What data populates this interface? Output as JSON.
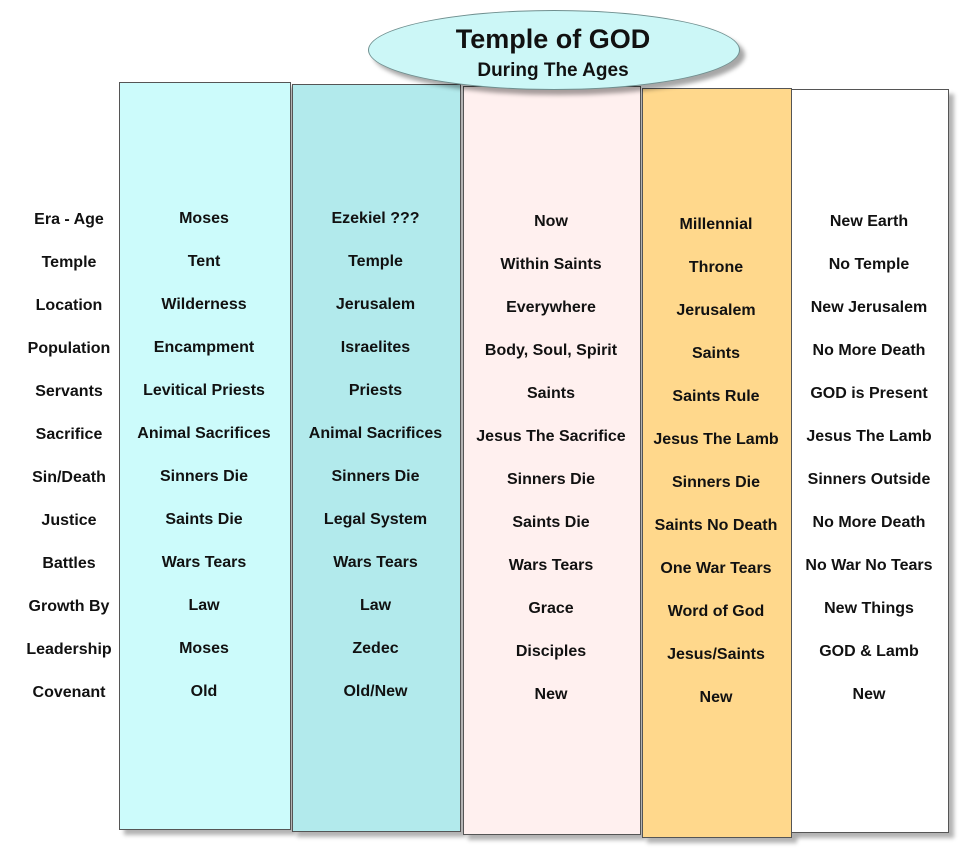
{
  "title": "Temple of GOD",
  "subtitle": "During The Ages",
  "row_labels": [
    "Era - Age",
    "Temple",
    "Location",
    "Population",
    "Servants",
    "Sacrifice",
    "Sin/Death",
    "Justice",
    "Battles",
    "Growth By",
    "Leadership",
    "Covenant"
  ],
  "columns": [
    {
      "color": "#ccfbfb",
      "values": [
        "Moses",
        "Tent",
        "Wilderness",
        "Encampment",
        "Levitical Priests",
        "Animal Sacrifices",
        "Sinners Die",
        "Saints Die",
        "Wars Tears",
        "Law",
        "Moses",
        "Old"
      ]
    },
    {
      "color": "#b2eaec",
      "values": [
        "Ezekiel ???",
        "Temple",
        "Jerusalem",
        "Israelites",
        "Priests",
        "Animal Sacrifices",
        "Sinners Die",
        "Legal System",
        "Wars Tears",
        "Law",
        "Zedec",
        "Old/New"
      ]
    },
    {
      "color": "#fff0ef",
      "values": [
        "Now",
        "Within Saints",
        "Everywhere",
        "Body, Soul, Spirit",
        "Saints",
        "Jesus The Sacrifice",
        "Sinners Die",
        "Saints Die",
        "Wars Tears",
        "Grace",
        "Disciples",
        "New"
      ]
    },
    {
      "color": "#ffd88c",
      "values": [
        "Millennial",
        "Throne",
        "Jerusalem",
        "Saints",
        "Saints Rule",
        "Jesus The Lamb",
        "Sinners Die",
        "Saints No Death",
        "One War Tears",
        "Word of God",
        "Jesus/Saints",
        "New"
      ]
    },
    {
      "color": "#ffffff",
      "values": [
        "New Earth",
        "No Temple",
        "New Jerusalem",
        "No More Death",
        "GOD is Present",
        "Jesus The Lamb",
        "Sinners Outside",
        "No More Death",
        "No War No Tears",
        "New Things",
        "GOD & Lamb",
        "New"
      ]
    }
  ]
}
